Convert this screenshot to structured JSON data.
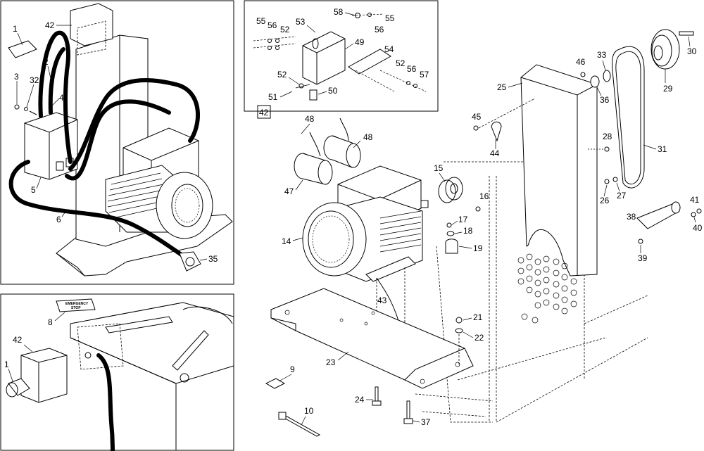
{
  "callouts": {
    "p1": "1",
    "p2": "2",
    "p3": "3",
    "p4": "4",
    "p5": "5",
    "p6": "6",
    "p8": "8",
    "p9": "9",
    "p10": "10",
    "p14": "14",
    "p15": "15",
    "p16": "16",
    "p17": "17",
    "p18": "18",
    "p19": "19",
    "p21": "21",
    "p22": "22",
    "p23": "23",
    "p24": "24",
    "p25": "25",
    "p26": "26",
    "p27": "27",
    "p28": "28",
    "p29": "29",
    "p30": "30",
    "p31": "31",
    "p32": "32",
    "p33": "33",
    "p35": "35",
    "p36": "36",
    "p37": "37",
    "p38": "38",
    "p39": "39",
    "p40": "40",
    "p41": "41",
    "p42": "42",
    "p43": "43",
    "p44": "44",
    "p45": "45",
    "p46": "46",
    "p47": "47",
    "p48": "48",
    "p49": "49",
    "p50": "50",
    "p51": "51",
    "p52": "52",
    "p53": "53",
    "p54": "54",
    "p55": "55",
    "p56": "56",
    "p57": "57",
    "p58": "58"
  },
  "inset_reference": "42",
  "emergency_stop_label": {
    "line1": "EMERGENCY",
    "line2": "STOP"
  }
}
